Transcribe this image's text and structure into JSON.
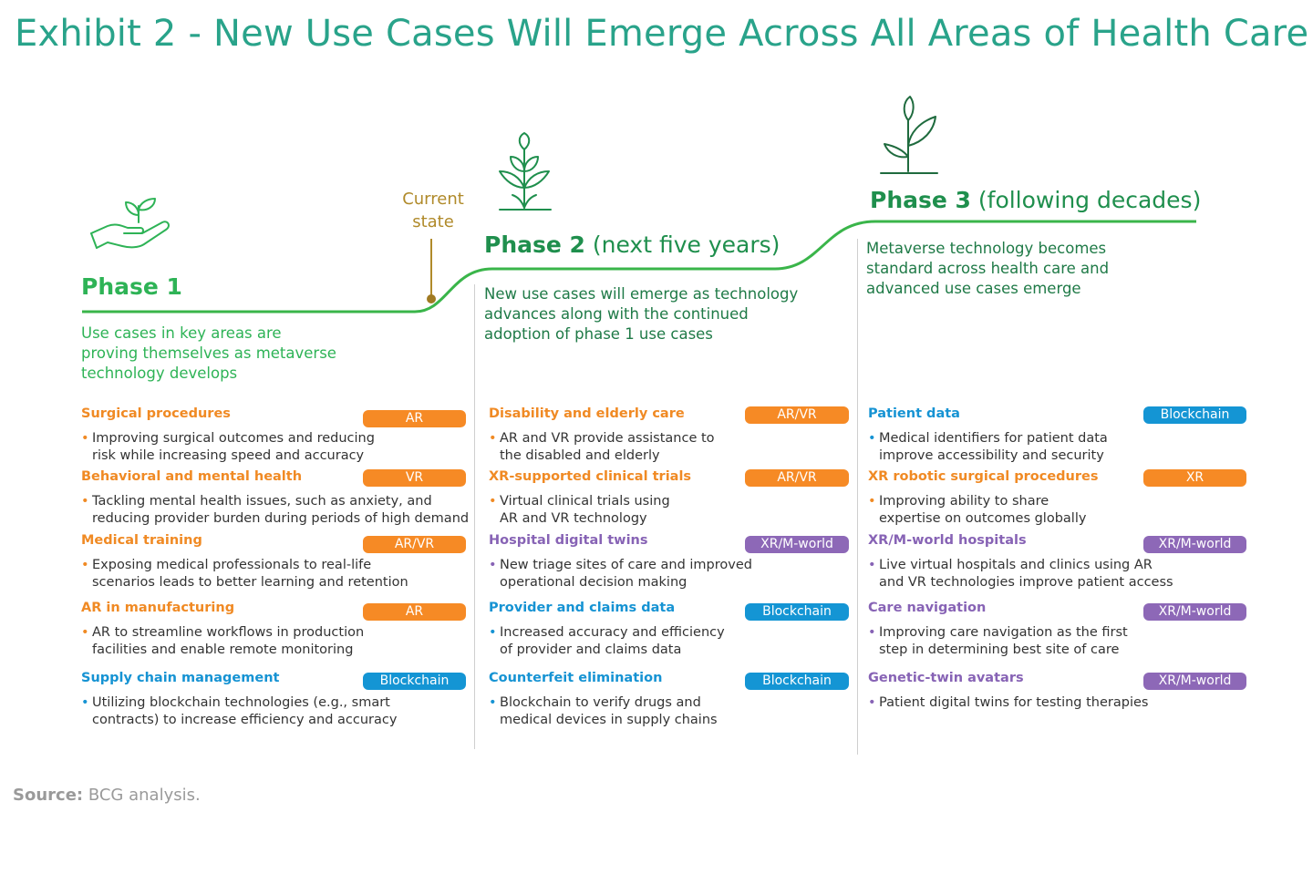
{
  "title": "Exhibit 2 - New Use Cases Will Emerge Across All Areas of Health Care",
  "current_state": [
    "Current",
    "state"
  ],
  "phases": [
    {
      "name_bold": "Phase 1",
      "name_rest": "",
      "description": [
        "Use cases in key areas are",
        "proving themselves as metaverse",
        "technology develops"
      ],
      "items": [
        {
          "title": "Surgical procedures",
          "badge": "AR",
          "color": "orange",
          "bullets": [
            "Improving surgical outcomes and reducing",
            "risk while increasing speed and accuracy"
          ]
        },
        {
          "title": "Behavioral and mental health",
          "badge": "VR",
          "color": "orange",
          "bullets": [
            "Tackling mental health issues, such as anxiety, and",
            "reducing provider burden during periods of high demand"
          ]
        },
        {
          "title": "Medical training",
          "badge": "AR/VR",
          "color": "orange",
          "bullets": [
            "Exposing medical professionals to real-life",
            "scenarios leads to better learning and retention"
          ]
        },
        {
          "title": "AR in manufacturing",
          "badge": "AR",
          "color": "orange",
          "bullets": [
            "AR to streamline workflows in production",
            "facilities and enable remote monitoring"
          ]
        },
        {
          "title": "Supply chain management",
          "badge": "Blockchain",
          "color": "blue",
          "bullets": [
            "Utilizing blockchain technologies (e.g., smart",
            "contracts) to increase efficiency and accuracy"
          ]
        }
      ]
    },
    {
      "name_bold": "Phase 2",
      "name_rest": " (next five years)",
      "description": [
        "New use cases will emerge as technology",
        "advances along with the continued",
        "adoption of phase 1 use cases"
      ],
      "items": [
        {
          "title": "Disability and elderly care",
          "badge": "AR/VR",
          "color": "orange",
          "bullets": [
            "AR and VR provide assistance to",
            "the disabled and elderly"
          ]
        },
        {
          "title": "XR-supported clinical trials",
          "badge": "AR/VR",
          "color": "orange",
          "bullets": [
            "Virtual clinical trials using",
            "AR and VR technology"
          ]
        },
        {
          "title": "Hospital digital twins",
          "badge": "XR/M-world",
          "color": "purple",
          "bullets": [
            "New triage sites of care and improved",
            "operational decision making"
          ]
        },
        {
          "title": "Provider and claims data",
          "badge": "Blockchain",
          "color": "blue",
          "bullets": [
            "Increased accuracy and efficiency",
            "of provider and claims data"
          ]
        },
        {
          "title": "Counterfeit elimination",
          "badge": "Blockchain",
          "color": "blue",
          "bullets": [
            "Blockchain to verify drugs and",
            "medical devices in supply chains"
          ]
        }
      ]
    },
    {
      "name_bold": "Phase 3",
      "name_rest": " (following decades)",
      "description": [
        "Metaverse technology becomes",
        "standard across health care and",
        "advanced use cases emerge"
      ],
      "items": [
        {
          "title": "Patient data",
          "badge": "Blockchain",
          "color": "blue",
          "bullets": [
            "Medical identifiers for patient data",
            "improve accessibility and security"
          ]
        },
        {
          "title": "XR robotic surgical procedures",
          "badge": "XR",
          "color": "orange",
          "bullets": [
            "Improving ability to share",
            "expertise on outcomes globally"
          ]
        },
        {
          "title": "XR/M-world hospitals",
          "badge": "XR/M-world",
          "color": "purple",
          "bullets": [
            "Live virtual hospitals and clinics using  AR",
            "and VR technologies improve patient access"
          ]
        },
        {
          "title": "Care navigation",
          "badge": "XR/M-world",
          "color": "purple",
          "bullets": [
            "Improving care navigation as the first",
            "step in determining best site of care"
          ]
        },
        {
          "title": "Genetic-twin avatars",
          "badge": "XR/M-world",
          "color": "purple",
          "bullets": [
            "Patient digital twins for testing therapies",
            ""
          ]
        }
      ]
    }
  ],
  "source_label": "Source:",
  "source_text": " BCG analysis.",
  "colors": {
    "teal": "#29a38a",
    "green": "#2eb356",
    "dark_green": "#1f7a47",
    "orange": "#f68a25",
    "blue": "#1495d4",
    "purple": "#8d68b7",
    "gold": "#b08a2a"
  },
  "icons": [
    "hand-with-sprout-icon",
    "sprout-icon",
    "plant-icon"
  ]
}
